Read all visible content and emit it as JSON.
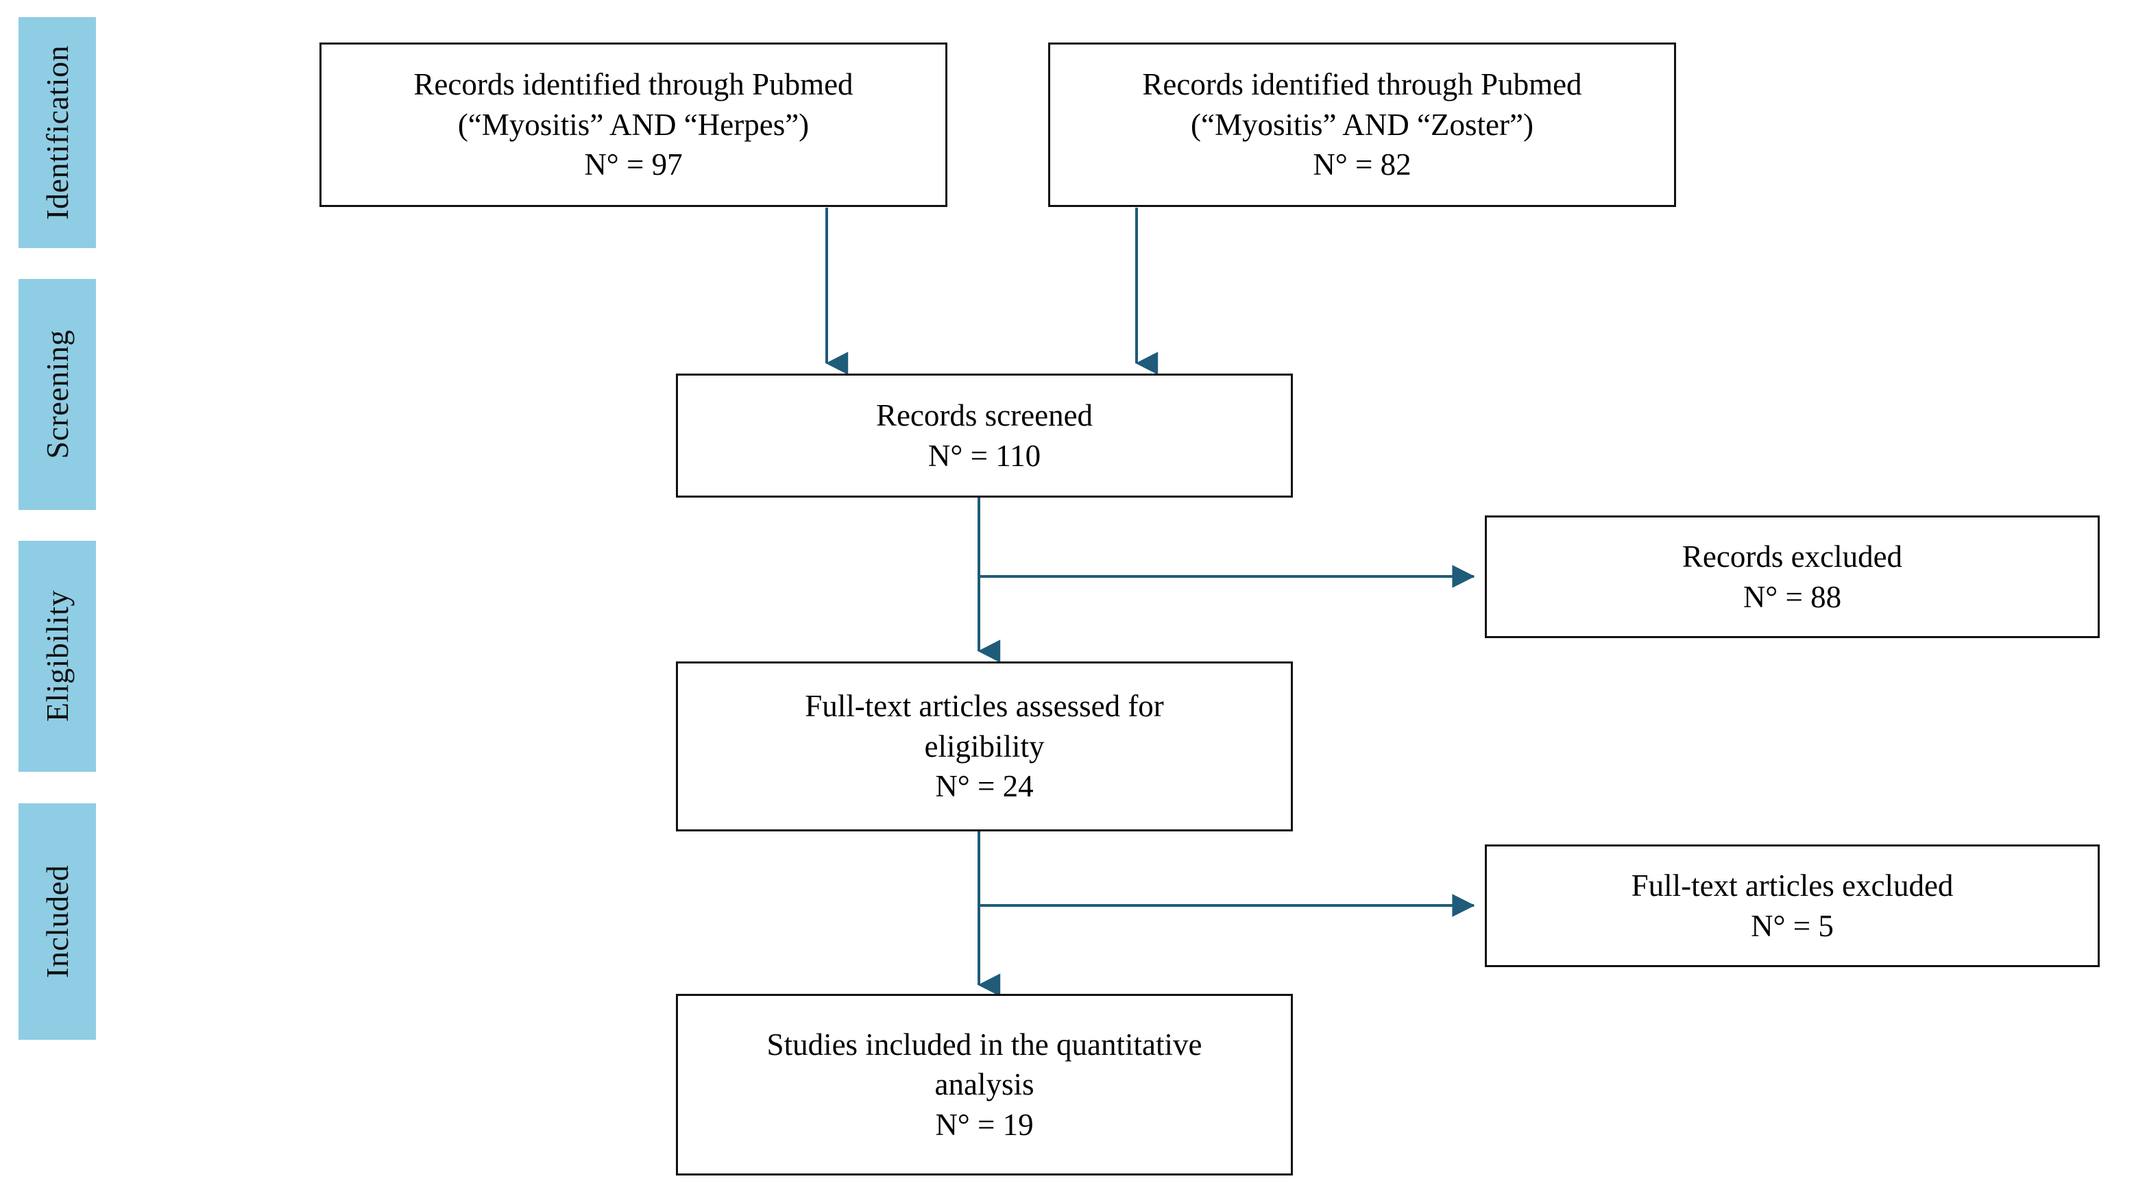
{
  "diagram": {
    "title": "PRISMA study selection flow diagram",
    "accent_blue": "#8FCDE4",
    "arrow_color": "#1F5C7A",
    "box_border_color": "#111111",
    "stages": [
      {
        "id": "identification",
        "label": "Identification"
      },
      {
        "id": "screening",
        "label": "Screening"
      },
      {
        "id": "eligibility",
        "label": "Eligibility"
      },
      {
        "id": "included",
        "label": "Included"
      }
    ],
    "boxes": {
      "records_pubmed_herpes": {
        "line1": "Records identified through Pubmed",
        "line2": "(“Myositis” AND “Herpes”)",
        "line3": "N° = 97",
        "count": 97
      },
      "records_pubmed_zoster": {
        "line1": "Records identified through Pubmed",
        "line2": "(“Myositis” AND “Zoster”)",
        "line3": "N° = 82",
        "count": 82
      },
      "records_screened": {
        "line1": "Records screened",
        "line2": "N° = 110",
        "count": 110
      },
      "records_excluded": {
        "line1": "Records excluded",
        "line2": "N° = 88",
        "count": 88
      },
      "fulltext_assessed": {
        "line1": "Full-text articles assessed for",
        "line2": "eligibility",
        "line3": "N° = 24",
        "count": 24
      },
      "fulltext_excluded": {
        "line1": "Full-text articles excluded",
        "line2": "N° = 5",
        "count": 5
      },
      "studies_included": {
        "line1": "Studies included in the quantitative",
        "line2": "analysis",
        "line3": "N° = 19",
        "count": 19
      }
    }
  },
  "chart_data": {
    "type": "diagram",
    "title": "PRISMA flow diagram",
    "nodes": [
      {
        "id": "records_pubmed_herpes",
        "stage": "Identification",
        "label": "Records identified through Pubmed (“Myositis” AND “Herpes”)",
        "n": 97
      },
      {
        "id": "records_pubmed_zoster",
        "stage": "Identification",
        "label": "Records identified through Pubmed (“Myositis” AND “Zoster”)",
        "n": 82
      },
      {
        "id": "records_screened",
        "stage": "Screening",
        "label": "Records screened",
        "n": 110
      },
      {
        "id": "records_excluded",
        "stage": "Screening",
        "label": "Records excluded",
        "n": 88
      },
      {
        "id": "fulltext_assessed",
        "stage": "Eligibility",
        "label": "Full-text articles assessed for eligibility",
        "n": 24
      },
      {
        "id": "fulltext_excluded",
        "stage": "Eligibility",
        "label": "Full-text articles excluded",
        "n": 5
      },
      {
        "id": "studies_included",
        "stage": "Included",
        "label": "Studies included in the quantitative analysis",
        "n": 19
      }
    ],
    "edges": [
      {
        "from": "records_pubmed_herpes",
        "to": "records_screened"
      },
      {
        "from": "records_pubmed_zoster",
        "to": "records_screened"
      },
      {
        "from": "records_screened",
        "to": "records_excluded"
      },
      {
        "from": "records_screened",
        "to": "fulltext_assessed"
      },
      {
        "from": "fulltext_assessed",
        "to": "fulltext_excluded"
      },
      {
        "from": "fulltext_assessed",
        "to": "studies_included"
      }
    ]
  }
}
